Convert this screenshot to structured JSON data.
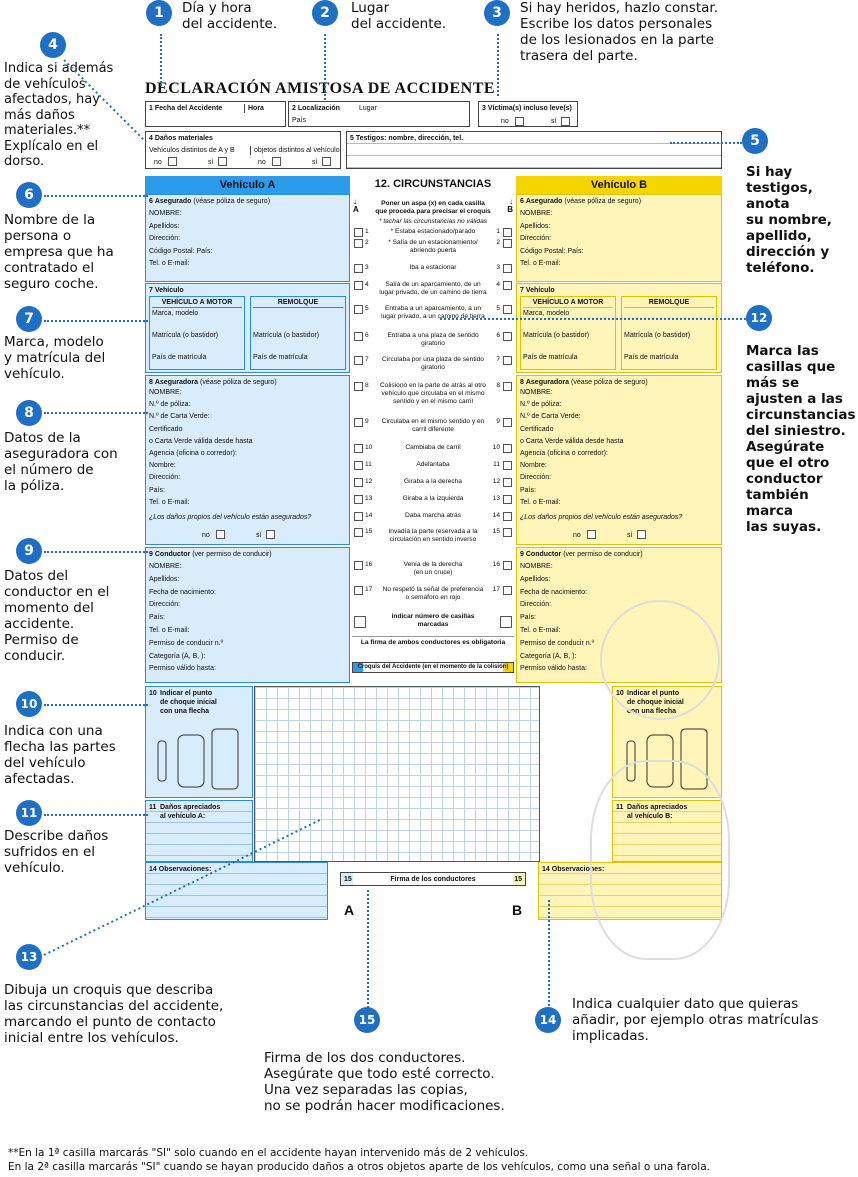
{
  "annotations": [
    {
      "n": "1",
      "text": "Día y hora\ndel accidente."
    },
    {
      "n": "2",
      "text": "Lugar\ndel accidente."
    },
    {
      "n": "3",
      "text": "Si hay heridos, hazlo constar.\nEscribe los datos personales\nde los lesionados en la parte\ntrasera del parte."
    },
    {
      "n": "4",
      "text": "Indica si además\nde vehículos\nafectados, hay\nmás daños\nmateriales.**\nExplícalo en el\ndorso."
    },
    {
      "n": "5",
      "text": "Si hay\ntestigos, anota\nsu nombre,\napellido,\ndirección y\nteléfono."
    },
    {
      "n": "6",
      "text": "Nombre de la\npersona o\nempresa que ha\ncontratado el\nseguro coche."
    },
    {
      "n": "7",
      "text": "Marca, modelo\ny matrícula del\nvehículo."
    },
    {
      "n": "8",
      "text": "Datos de la\naseguradora con\nel número de\nla póliza."
    },
    {
      "n": "9",
      "text": "Datos del\nconductor en el\nmomento del\naccidente.\nPermiso de\nconducir."
    },
    {
      "n": "10",
      "text": "Indica con una\nflecha las partes\ndel vehículo\nafectadas."
    },
    {
      "n": "11",
      "text": "Describe daños\nsufridos en el\nvehículo."
    },
    {
      "n": "12",
      "text": "Marca las\ncasillas que\nmás se\najusten a las\ncircunstancias\ndel siniestro.\nAsegúrate\nque el otro\nconductor\ntambién marca\nlas suyas."
    },
    {
      "n": "13",
      "text": "Dibuja un croquis que describa\nlas circunstancias del accidente,\nmarcando el punto de contacto\ninicial entre los vehículos."
    },
    {
      "n": "14",
      "text": "Indica cualquier dato que quieras\nañadir, por ejemplo otras matrículas\nimplicadas."
    },
    {
      "n": "15",
      "text": "Firma de los dos conductores.\nAsegúrate que todo esté correcto.\nUna vez separadas las copias,\nno se podrán hacer modificaciones."
    }
  ],
  "footnotes": [
    "**En la 1ª casilla marcarás \"SI\" solo cuando en el accidente hayan intervenido más de 2 vehículos.",
    "En la 2ª casilla marcarás \"SI\" cuando se hayan producido daños a otros objetos aparte de los vehículos, como una señal o una farola."
  ],
  "form": {
    "title": "DECLARACIÓN AMISTOSA DE ACCIDENTE",
    "f1_num": "1",
    "f1_date": "Fecha del Accidente",
    "f1_hour": "Hora",
    "f2_num": "2",
    "f2_label": "Localización",
    "f2_place": "Lugar",
    "f2_country": "País",
    "f3_num": "3",
    "f3_label": "Víctima(s) incluso leve(s)",
    "no": "no",
    "si": "sí",
    "f4_num": "4",
    "f4_label": "Daños materiales",
    "f4_a": "Vehículos distintos de A y B",
    "f4_b": "objetos distintos al vehículo",
    "f5_num": "5",
    "f5_label": "Testigos: nombre, dirección, tel.",
    "vehA": "Vehículo A",
    "vehB": "Vehículo B",
    "circ_title": "12. CIRCUNSTANCIAS",
    "circ_A": "A",
    "circ_B": "B",
    "circ_instr": "Poner un aspa (x) en cada casilla\nque proceda para precisar el croquis",
    "circ_instr2": "* tachar las circunstancias no válidas",
    "circ_items": [
      {
        "n": "1",
        "t": "* Estaba estacionado/parado"
      },
      {
        "n": "2",
        "t": "* Salía de un estacionamiento/\nabriendo puerta"
      },
      {
        "n": "3",
        "t": "Iba a estacionar"
      },
      {
        "n": "4",
        "t": "Salía de un aparcamiento, de un\nlugar privado, de un camino de tierra"
      },
      {
        "n": "5",
        "t": "Entraba a un aparcamiento, a un\nlugar privado, a un camino de tierra"
      },
      {
        "n": "6",
        "t": "Entraba a una plaza de sentido\ngiratorio"
      },
      {
        "n": "7",
        "t": "Circulaba por una plaza de sentido\ngiratorio"
      },
      {
        "n": "8",
        "t": "Colisionó en la parte de atrás al otro\nvehículo que circulaba en el mismo\nsentido y en el mismo carril"
      },
      {
        "n": "9",
        "t": "Circulaba en el mismo sentido y en\ncarril diferente"
      },
      {
        "n": "10",
        "t": "Cambiaba de carril"
      },
      {
        "n": "11",
        "t": "Adelantaba"
      },
      {
        "n": "12",
        "t": "Giraba a la derecha"
      },
      {
        "n": "13",
        "t": "Giraba a la izquierda"
      },
      {
        "n": "14",
        "t": "Daba marcha atrás"
      },
      {
        "n": "15",
        "t": "Invadía la parte reservada a la\ncirculación en sentido inverso"
      },
      {
        "n": "16",
        "t": "Venía de la derecha\n(en un cruce)"
      },
      {
        "n": "17",
        "t": "No respetó la señal de preferencia\no semáforo en rojo"
      }
    ],
    "circ_count": "indicar número de casillas\nmarcadas",
    "circ_sign": "La firma de ambos conductores es obligatoria",
    "f13_num": "13",
    "f13_label": "Croquis del Accidente (en el momento de la colisión)",
    "f6_num": "6",
    "f6_label": "Asegurado",
    "f6_note": "(véase póliza de seguro)",
    "f6_fields": "NOMBRE:\nApellidos:\nDirección:\nCódigo Postal:                País:\nTel. o E-mail:",
    "f7_num": "7",
    "f7_label": "Vehículo",
    "f7_motor": "VEHÍCULO A MOTOR",
    "f7_remolque": "REMOLQUE",
    "f7_fields": "Marca, modelo\n\nMatrícula (o bastidor)\n\nPaís de matrícula",
    "f7_rfields": "\n\nMatrícula (o bastidor)\n\nPaís de matrícula",
    "f8_num": "8",
    "f8_label": "Aseguradora",
    "f8_note": "(véase póliza de seguro)",
    "f8_fields": "NOMBRE:\nN.º de póliza:\nN.º de Carta Verde:\nCertificado\no Carta Verde válida         desde              hasta\nAgencia (oficina o corredor):\nNombre:\nDirección:\n                                          País:\nTel. o E-mail:",
    "f8_q": "¿Los daños propios del vehículo están asegurados?",
    "f9_num": "9",
    "f9_label": "Conductor",
    "f9_note": "(ver permiso de conducir)",
    "f9_fields": "NOMBRE:\nApellidos:\nFecha de nacimiento:\nDirección:\n                                          País:\nTel. o E-mail:\nPermiso de conducir n.º\nCategoría (A, B,        ):\nPermiso válido hasta:",
    "f10_num": "10",
    "f10_label": "Indicar el punto\nde choque inicial\ncon una flecha",
    "f11_num": "11",
    "f11_labelA": "Daños apreciados\nal vehículo A:",
    "f11_labelB": "Daños apreciados\nal vehículo B:",
    "f14_num": "14",
    "f14_label": "Observaciones:",
    "f15_num": "15",
    "f15_label": "Firma de los conductores",
    "sigA": "A",
    "sigB": "B"
  },
  "colors": {
    "accent": "#1f6fc5",
    "vehA": "#2c9bea",
    "vehB": "#f5d400"
  }
}
